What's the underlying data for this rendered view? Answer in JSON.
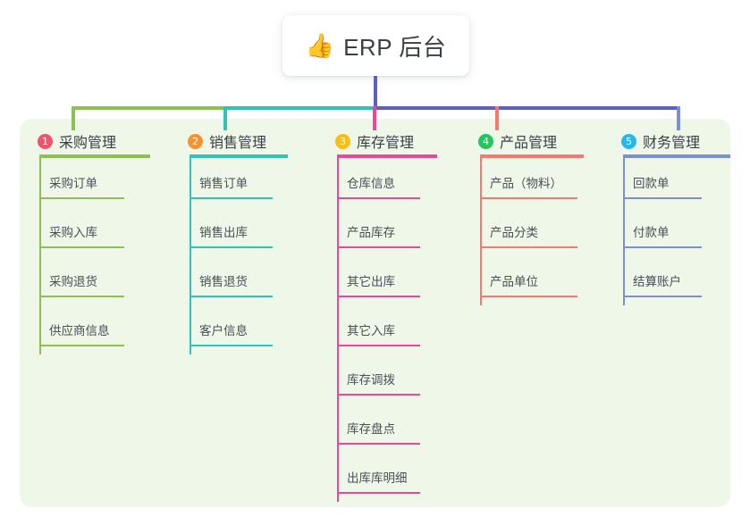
{
  "root": {
    "icon": "thumbs-up-icon",
    "emoji": "👍",
    "title": "ERP 后台"
  },
  "theme": {
    "page_background": "#ffffff",
    "panel_background": "#eff7e9",
    "trunk_color": "#5a60c8",
    "text_color": "#3a3f46"
  },
  "columns": [
    {
      "number": "1",
      "title": "采购管理",
      "badge_color": "#f0536b",
      "line_color": "#8cc152",
      "items": [
        {
          "label": "采购订单"
        },
        {
          "label": "采购入库"
        },
        {
          "label": "采购退货"
        },
        {
          "label": "供应商信息"
        }
      ]
    },
    {
      "number": "2",
      "title": "销售管理",
      "badge_color": "#f59332",
      "line_color": "#2ec4b6",
      "items": [
        {
          "label": "销售订单"
        },
        {
          "label": "销售出库"
        },
        {
          "label": "销售退货"
        },
        {
          "label": "客户信息"
        }
      ]
    },
    {
      "number": "3",
      "title": "库存管理",
      "badge_color": "#f5bf18",
      "line_color": "#ec4899",
      "items": [
        {
          "label": "仓库信息"
        },
        {
          "label": "产品库存"
        },
        {
          "label": "其它出库"
        },
        {
          "label": "其它入库"
        },
        {
          "label": "库存调拨"
        },
        {
          "label": "库存盘点"
        },
        {
          "label": "出库库明细"
        }
      ]
    },
    {
      "number": "4",
      "title": "产品管理",
      "badge_color": "#22c55e",
      "line_color": "#f8786e",
      "items": [
        {
          "label": "产品（物料）"
        },
        {
          "label": "产品分类"
        },
        {
          "label": "产品单位"
        }
      ]
    },
    {
      "number": "5",
      "title": "财务管理",
      "badge_color": "#29b6e8",
      "line_color": "#7b8fd4",
      "items": [
        {
          "label": "回款单"
        },
        {
          "label": "付款单"
        },
        {
          "label": "结算账户"
        }
      ]
    }
  ]
}
